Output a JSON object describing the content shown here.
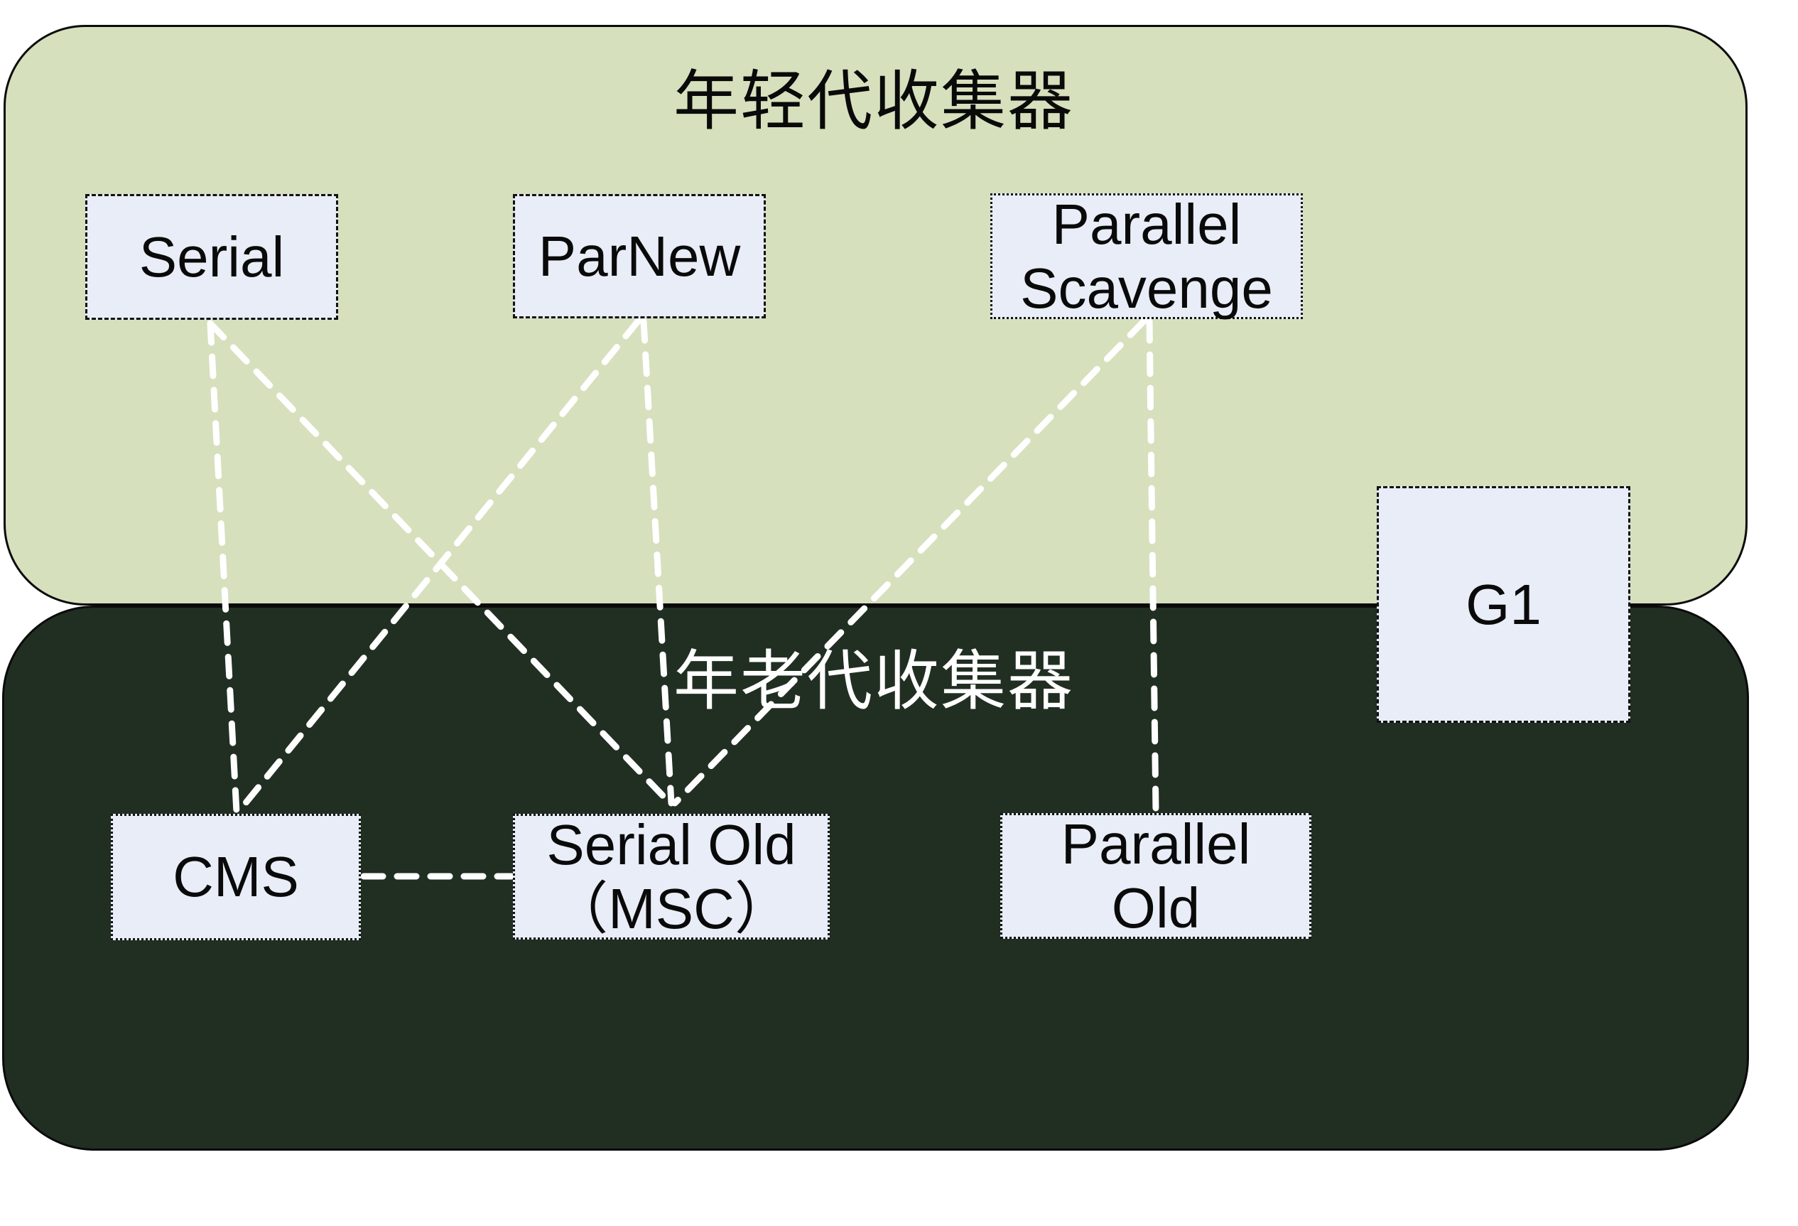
{
  "diagram": {
    "young_section": {
      "title": "年轻代收集器",
      "bg_color": "#d6e0bd"
    },
    "old_section": {
      "title": "年老代收集器",
      "bg_color": "#212f22"
    },
    "node_fill_color": "#e8edf7",
    "connector_color": "#ffffff",
    "nodes": [
      {
        "id": "serial",
        "label": "Serial"
      },
      {
        "id": "parnew",
        "label": "ParNew"
      },
      {
        "id": "parallel-scavenge",
        "line1": "Parallel",
        "line2": "Scavenge"
      },
      {
        "id": "g1",
        "label": "G1"
      },
      {
        "id": "cms",
        "label": "CMS"
      },
      {
        "id": "serial-old",
        "line1": "Serial Old",
        "line2": "（MSC）"
      },
      {
        "id": "parallel-old",
        "line1": "Parallel",
        "line2": "Old"
      }
    ],
    "edges": [
      {
        "from": "Serial",
        "to": "CMS"
      },
      {
        "from": "Serial",
        "to": "Serial Old（MSC）"
      },
      {
        "from": "ParNew",
        "to": "CMS"
      },
      {
        "from": "ParNew",
        "to": "Serial Old（MSC）"
      },
      {
        "from": "Parallel Scavenge",
        "to": "Serial Old（MSC）"
      },
      {
        "from": "Parallel Scavenge",
        "to": "Parallel Old"
      },
      {
        "from": "CMS",
        "to": "Serial Old（MSC）"
      }
    ]
  }
}
